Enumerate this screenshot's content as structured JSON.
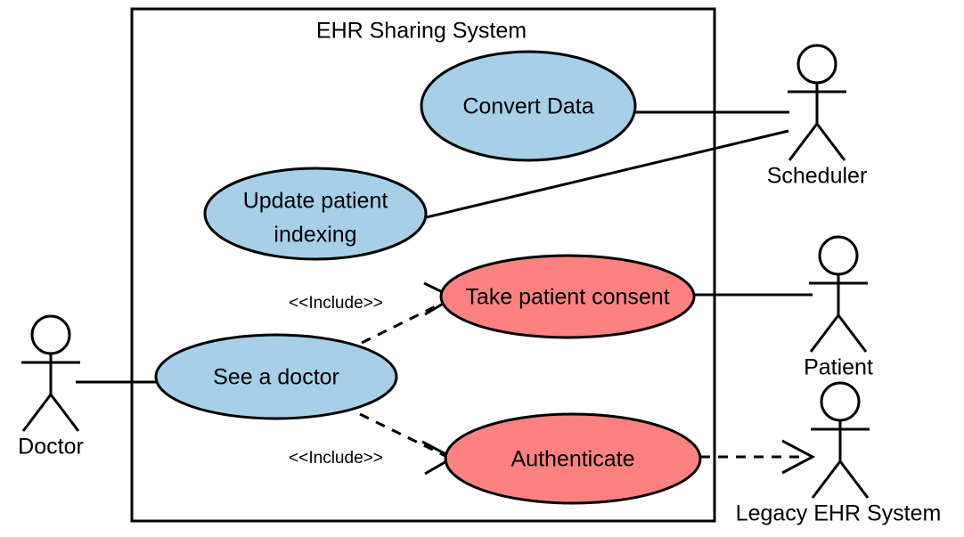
{
  "diagram": {
    "type": "uml-use-case-diagram",
    "system_boundary": {
      "title": "EHR Sharing System"
    },
    "use_cases": [
      {
        "id": "convert-data",
        "label": "Convert Data",
        "label_line1": "Convert Data",
        "label_line2": "",
        "color": "#a7d0e8"
      },
      {
        "id": "update-patient-indexing",
        "label": "Update patient indexing",
        "label_line1": "Update patient",
        "label_line2": "indexing",
        "color": "#a7d0e8"
      },
      {
        "id": "take-patient-consent",
        "label": "Take patient consent",
        "label_line1": "Take patient consent",
        "label_line2": "",
        "color": "#fb8281"
      },
      {
        "id": "see-a-doctor",
        "label": "See a doctor",
        "label_line1": "See a doctor",
        "label_line2": "",
        "color": "#a7d0e8"
      },
      {
        "id": "authenticate",
        "label": "Authenticate",
        "label_line1": "Authenticate",
        "label_line2": "",
        "color": "#fb8281"
      }
    ],
    "actors": [
      {
        "id": "doctor",
        "label": "Doctor"
      },
      {
        "id": "scheduler",
        "label": "Scheduler"
      },
      {
        "id": "patient",
        "label": "Patient"
      },
      {
        "id": "legacy-ehr-system",
        "label": "Legacy EHR System"
      }
    ],
    "relationships": [
      {
        "id": "include-consent",
        "stereotype": "<<Include>>",
        "from": "See a doctor",
        "to": "Take patient consent",
        "style": "dashed"
      },
      {
        "id": "include-authenticate",
        "stereotype": "<<Include>>",
        "from": "See a doctor",
        "to": "Authenticate",
        "style": "dashed"
      },
      {
        "id": "assoc-doctor",
        "stereotype": "",
        "from": "Doctor",
        "to": "See a doctor",
        "style": "solid"
      },
      {
        "id": "assoc-scheduler-convert",
        "stereotype": "",
        "from": "Scheduler",
        "to": "Convert Data",
        "style": "solid"
      },
      {
        "id": "assoc-scheduler-index",
        "stereotype": "",
        "from": "Scheduler",
        "to": "Update patient indexing",
        "style": "solid"
      },
      {
        "id": "assoc-patient",
        "stereotype": "",
        "from": "Patient",
        "to": "Take patient consent",
        "style": "solid"
      },
      {
        "id": "dep-legacy",
        "stereotype": "",
        "from": "Authenticate",
        "to": "Legacy EHR System",
        "style": "dashed"
      }
    ],
    "colors": {
      "blue_fill": "#a7d0e8",
      "red_fill": "#fb8281",
      "stroke": "#000000",
      "background": "#ffffff"
    }
  }
}
